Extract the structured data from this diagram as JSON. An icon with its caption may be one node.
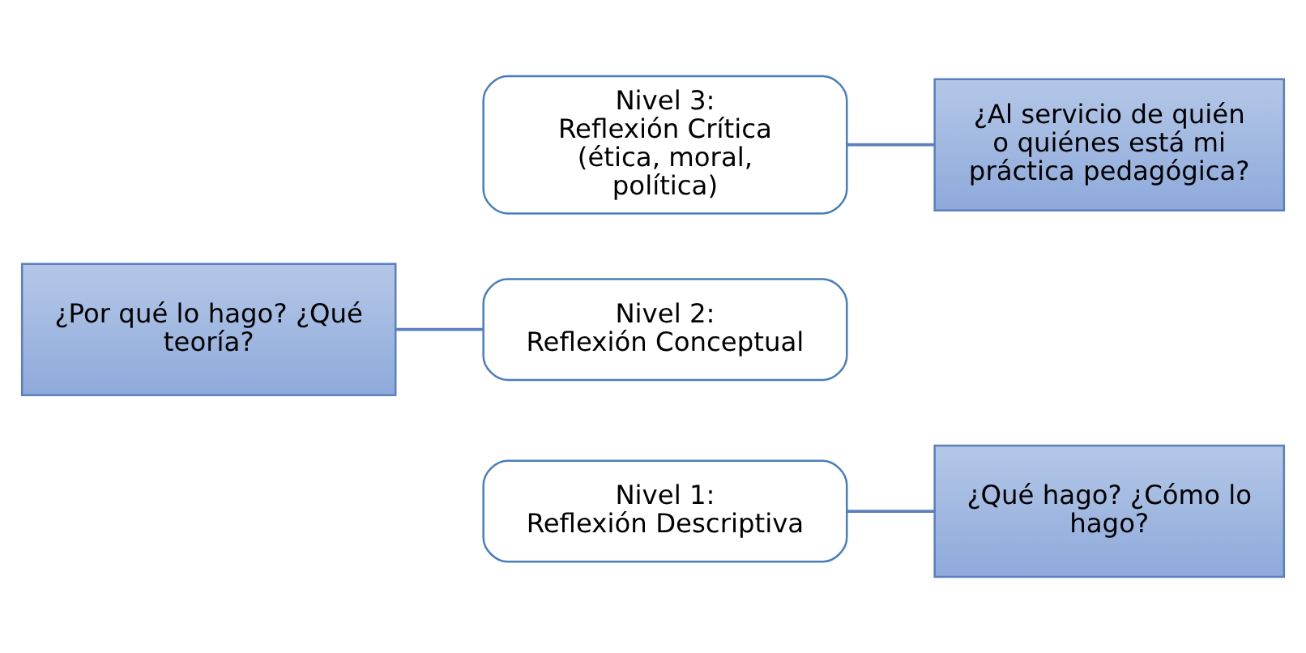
{
  "diagram": {
    "nodes": [
      {
        "text": [
          "¿Al servicio de quién o quiénes está mi práctica pedagógica?"
        ]
      },
      {
        "text": [
          "Nivel 3:",
          "Reflexión Crítica (ética, moral, política)"
        ]
      },
      {
        "text": [
          "¿Por qué lo hago? ¿Qué teoría?"
        ]
      },
      {
        "text": [
          "Nivel 2:",
          "Reflexión Conceptual"
        ]
      },
      {
        "text": [
          "Nivel 1:",
          "Reflexión Descriptiva"
        ]
      },
      {
        "text": [
          "¿Qué hago? ¿Cómo lo hago?"
        ]
      }
    ],
    "edges": [
      {
        "from": 0,
        "to": 1,
        "arrow": "none"
      },
      {
        "from": 2,
        "to": 3,
        "arrow": "none"
      },
      {
        "from": 5,
        "to": 4,
        "arrow": "none"
      }
    ]
  }
}
